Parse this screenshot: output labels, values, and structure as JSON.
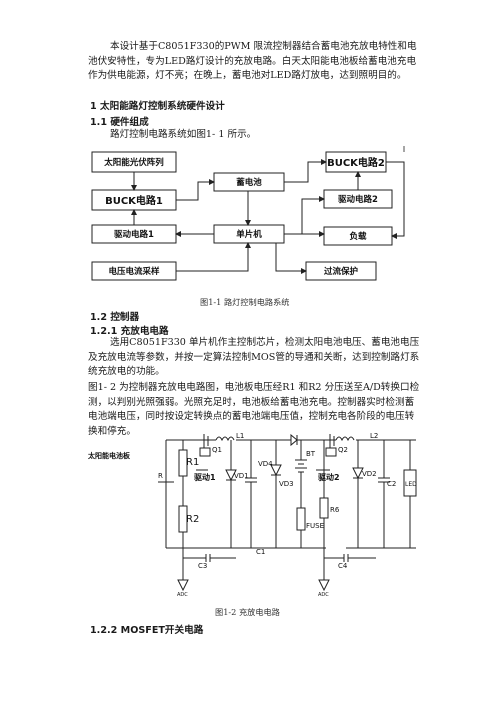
{
  "intro": "本设计基于C8051F330的PWM 限流控制器结合蓄电池充放电特性和电池伏安特性，专为LED路灯设计的充放电路。白天太阳能电池板给蓄电池充电作为供电能源，灯不亮；在晚上，蓄电池对LED路灯放电，达到照明目的。",
  "h1": "1 太阳能路灯控制系统硬件设计",
  "h11": "1.1 硬件组成",
  "p11": "路灯控制电路系统如图1- 1 所示。",
  "fig1": {
    "caption": "图1-1 路灯控制电路系统",
    "blocks": {
      "solar": "太阳能光伏阵列",
      "buck1": "BUCK电路1",
      "drive1": "驱动电路1",
      "vi": "电压电流采样",
      "battery": "蓄电池",
      "mcu": "单片机",
      "buck2": "BUCK电路2",
      "drive2": "驱动电路2",
      "load": "负载",
      "ovp": "过流保护"
    }
  },
  "h12": "1.2 控制器",
  "h121": "1.2.1 充放电电路",
  "p121a": "选用C8051F330 单片机作主控制芯片，检测太阳电池电压、蓄电池电压及充放电流等参数，并按一定算法控制MOS管的导通和关断，达到控制路灯系统充放电的功能。",
  "p121b": "图1- 2 为控制器充放电电路图，电池板电压经R1 和R2 分压送至A/D转换口检测，以判别光照强弱。光照充足时，电池板给蓄电池充电。控制器实时检测蓄电池端电压，同时按设定转换点的蓄电池端电压值，控制充电各阶段的电压转换和停充。",
  "fig2": {
    "caption": "图1-2 充放电电路",
    "labels": {
      "panel": "太阳能电池板",
      "r": "R",
      "r1": "R1",
      "r2": "R2",
      "drive1": "驱动1",
      "drive2": "驱动2",
      "q1": "Q1",
      "q2": "Q2",
      "l1": "L1",
      "l2": "L2",
      "d1": "VD1",
      "d2": "VD2",
      "vd4": "VD4",
      "vd3": "VD3",
      "bt": "BT",
      "fuse": "FUSE",
      "r6": "R6",
      "c1": "C1",
      "c2": "C2",
      "c3": "C3",
      "c4": "C4",
      "led": "LED",
      "adc1": "ADC",
      "adc2": "ADC"
    }
  },
  "h122": "1.2.2 MOSFET开关电路"
}
